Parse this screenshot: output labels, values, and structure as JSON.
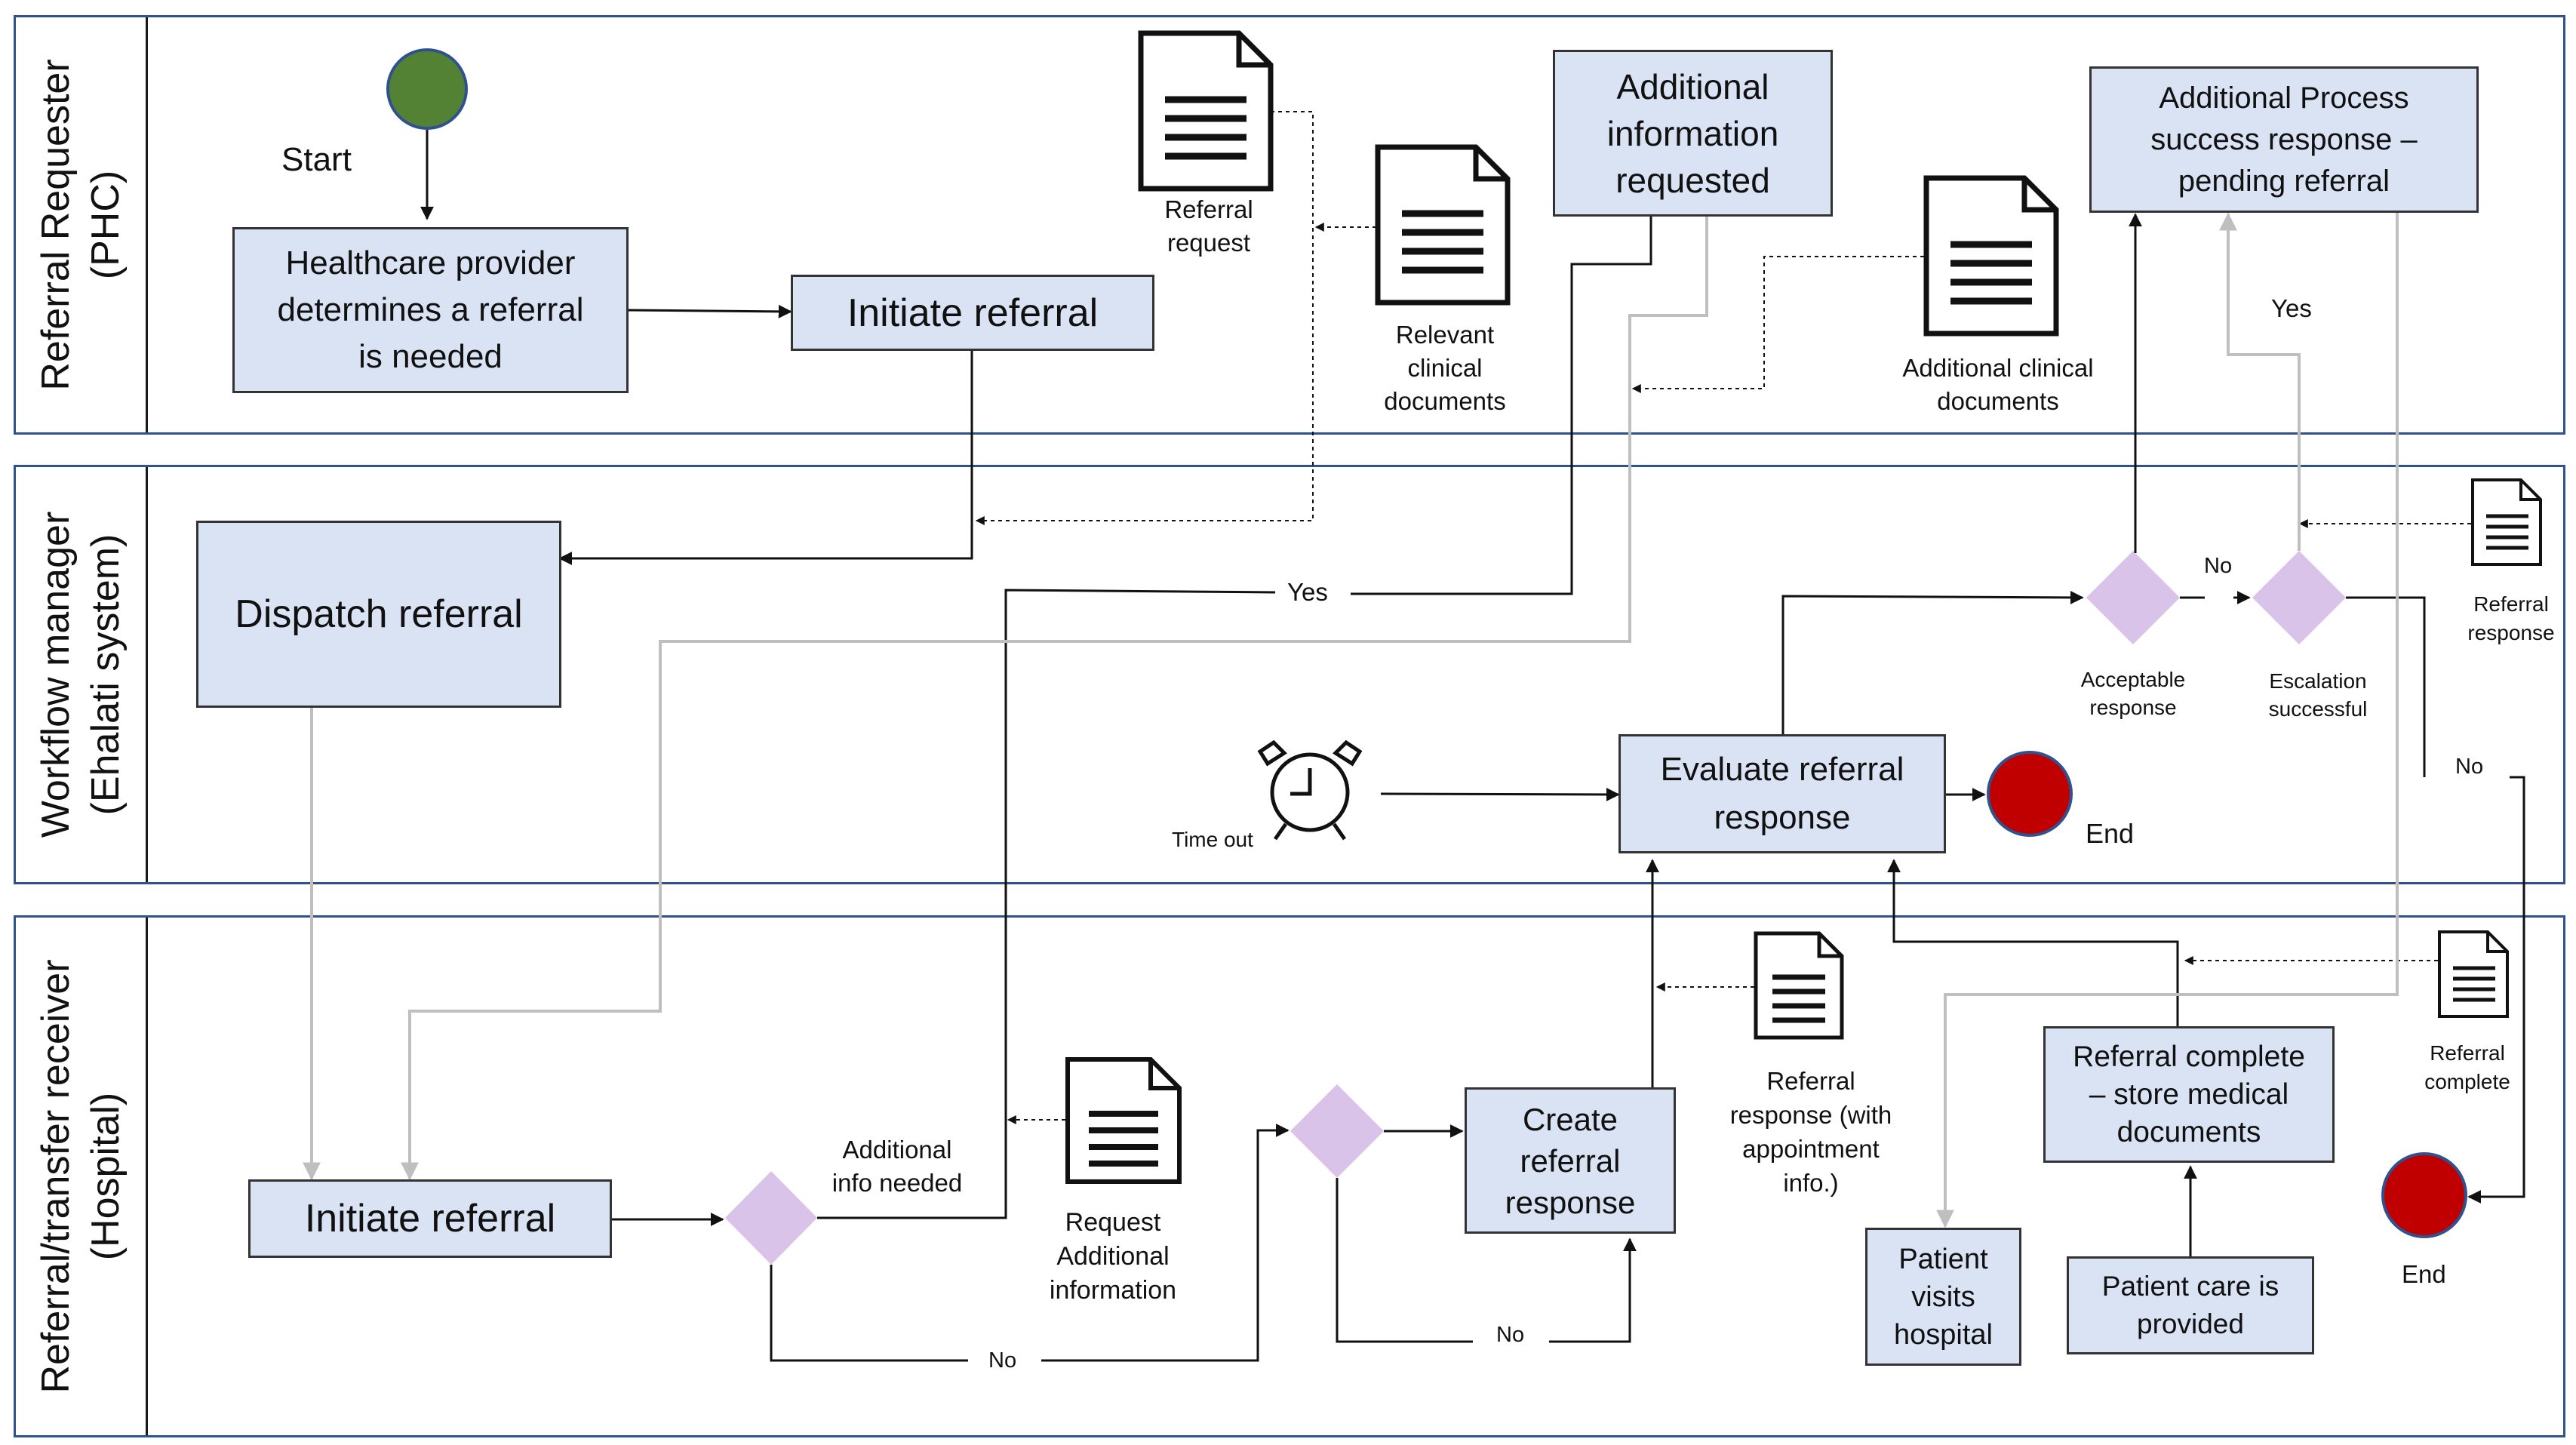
{
  "lanes": [
    {
      "line1": "Referral Requester",
      "line2": "(PHC)"
    },
    {
      "line1": "Workflow manager",
      "line2": "(Ehalati system)"
    },
    {
      "line1": "Referral/transfer receiver",
      "line2": "(Hospital)"
    }
  ],
  "nodes": {
    "start_label": "Start",
    "hp_l1": "Healthcare provider",
    "hp_l2": "determines a referral",
    "hp_l3": "is needed",
    "initiate_top": "Initiate referral",
    "ref_req_l1": "Referral",
    "ref_req_l2": "request",
    "rel_l1": "Relevant",
    "rel_l2": "clinical",
    "rel_l3": "documents",
    "addinfo_l1": "Additional",
    "addinfo_l2": "information",
    "addinfo_l3": "requested",
    "addclin_l1": "Additional clinical",
    "addclin_l2": "documents",
    "addproc_l1": "Additional Process",
    "addproc_l2": "success response –",
    "addproc_l3": "pending referral",
    "dispatch": "Dispatch referral",
    "yes_mid": "Yes",
    "yes_right": "Yes",
    "no_top": "No",
    "no_right": "No",
    "ref_resp_l1": "Referral",
    "ref_resp_l2": "response",
    "acceptable_l1": "Acceptable",
    "acceptable_l2": "response",
    "escalation_l1": "Escalation",
    "escalation_l2": "successful",
    "timeout": "Time out",
    "evaluate_l1": "Evaluate referral",
    "evaluate_l2": "response",
    "end_mid": "End",
    "initiate_bottom": "Initiate referral",
    "addneeded_l1": "Additional",
    "addneeded_l2": "info needed",
    "reqadd_l1": "Request",
    "reqadd_l2": "Additional",
    "reqadd_l3": "information",
    "no_bottom1": "No",
    "no_bottom2": "No",
    "create_l1": "Create",
    "create_l2": "referral",
    "create_l3": "response",
    "resp_appt_l1": "Referral",
    "resp_appt_l2": "response (with",
    "resp_appt_l3": "appointment",
    "resp_appt_l4": "info.)",
    "refcomplete_l1": "Referral complete",
    "refcomplete_l2": "– store medical",
    "refcomplete_l3": "documents",
    "refcomp_doc_l1": "Referral",
    "refcomp_doc_l2": "complete",
    "visits_l1": "Patient",
    "visits_l2": "visits",
    "visits_l3": "hospital",
    "care_l1": "Patient care is",
    "care_l2": "provided",
    "end_bottom": "End"
  },
  "colors": {
    "lane_border": "#2f528f",
    "box_fill": "#dae3f3",
    "start_fill": "#548235",
    "end_fill": "#c00000",
    "diamond_fill": "#d9c3e9",
    "grey_line": "#bfbfbf"
  }
}
